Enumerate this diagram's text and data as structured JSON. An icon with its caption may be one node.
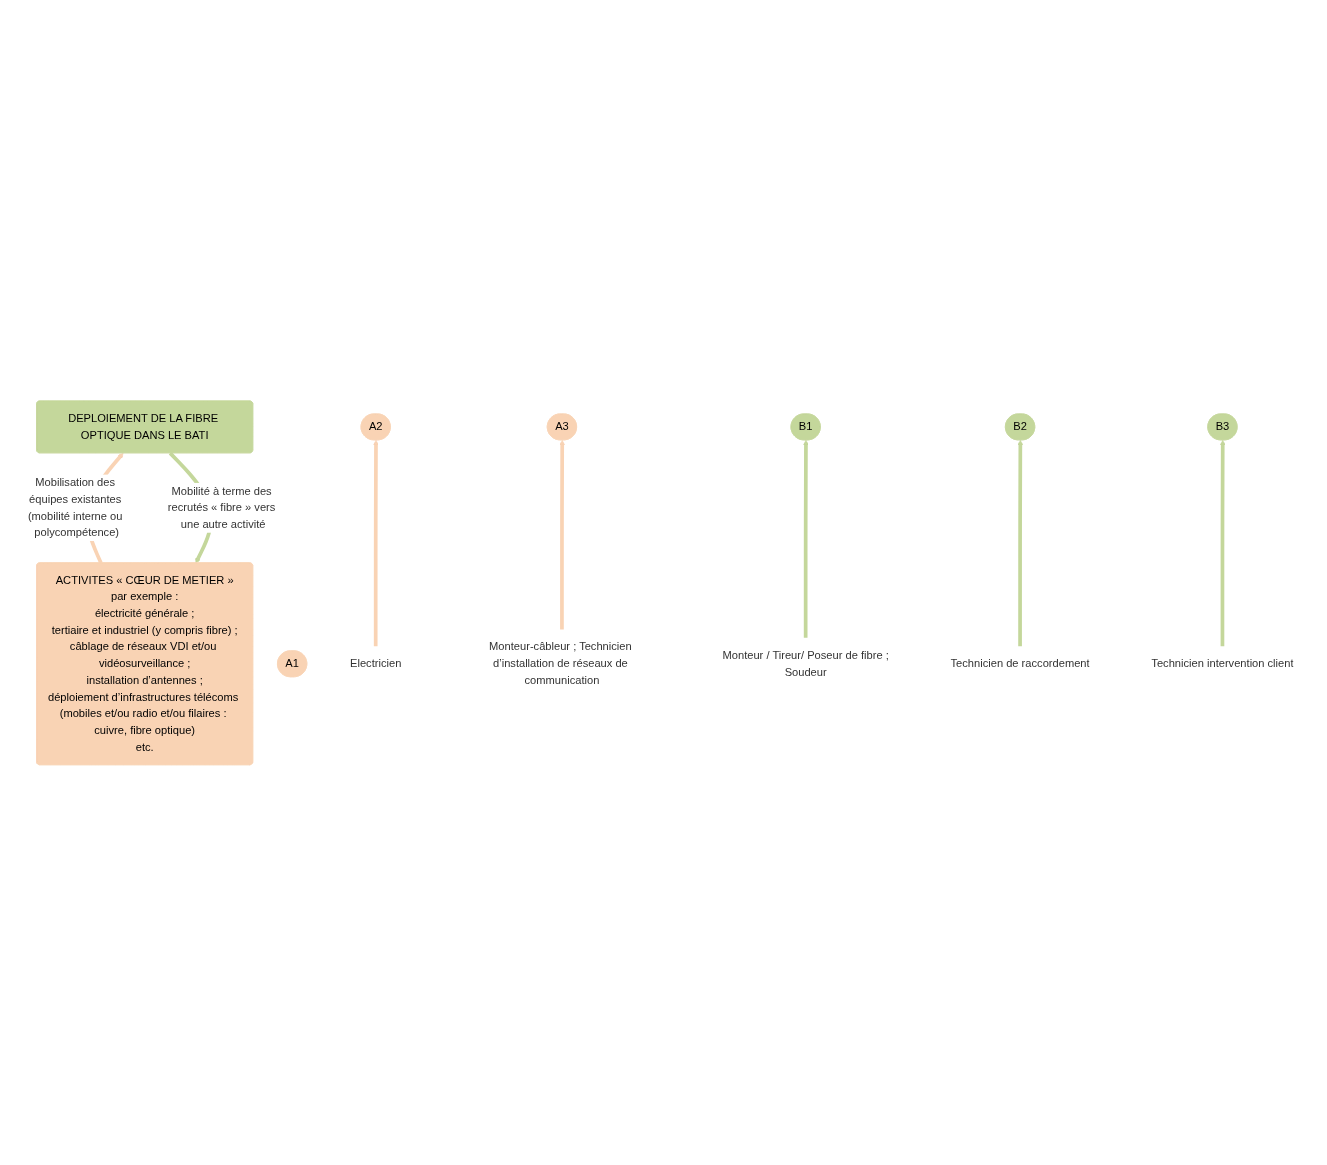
{
  "diagram": {
    "nodes": [
      {
        "text": [
          "ACTIVITES « CŒUR DE METIER »",
          "par exemple :",
          "électricité générale ;",
          "tertiaire et industriel (y compris fibre) ;",
          "câblage de réseaux VDI et/ou vidéosurveillance ;",
          "installation d’antennes ;",
          "déploiement d’infrastructures télécoms (mobiles et/ou radio et/ou filaires : cuivre, fibre optique)",
          "etc."
        ]
      },
      {
        "text": [
          "DEPLOIEMENT DE LA FIBRE OPTIQUE DANS LE BATI"
        ]
      },
      {
        "text": [
          "A1"
        ]
      },
      {
        "text": [
          "A2"
        ]
      },
      {
        "text": [
          "A3"
        ]
      },
      {
        "text": [
          "B1"
        ]
      },
      {
        "text": [
          "B2"
        ]
      },
      {
        "text": [
          "B3"
        ]
      },
      {
        "text": [
          "Electricien"
        ]
      },
      {
        "text": [
          "Monteur-câbleur ; Technicien d’installation de réseaux de communication"
        ]
      },
      {
        "text": [
          "Monteur / Tireur/ Poseur de fibre ;",
          "Soudeur"
        ]
      },
      {
        "text": [
          "Technicien de raccordement"
        ]
      },
      {
        "text": [
          "Technicien intervention client"
        ]
      }
    ],
    "edges": [
      {
        "from": 0,
        "to": 1,
        "arrow": "to",
        "label": "Mobilisation des équipes existantes (mobilité interne ou polycompétence)",
        "color": "#f9d3b4"
      },
      {
        "from": 1,
        "to": 0,
        "arrow": "to",
        "label": "Mobilité à terme des recrutés « fibre » vers une autre activité",
        "color": "#c4d79b"
      },
      {
        "from": 8,
        "to": 3,
        "arrow": "to",
        "color": "#f9d3b4"
      },
      {
        "from": 9,
        "to": 4,
        "arrow": "to",
        "color": "#f9d3b4"
      },
      {
        "from": 10,
        "to": 5,
        "arrow": "to",
        "color": "#c4d79b"
      },
      {
        "from": 11,
        "to": 6,
        "arrow": "to",
        "color": "#c4d79b"
      },
      {
        "from": 12,
        "to": 7,
        "arrow": "to",
        "color": "#c4d79b"
      }
    ]
  }
}
